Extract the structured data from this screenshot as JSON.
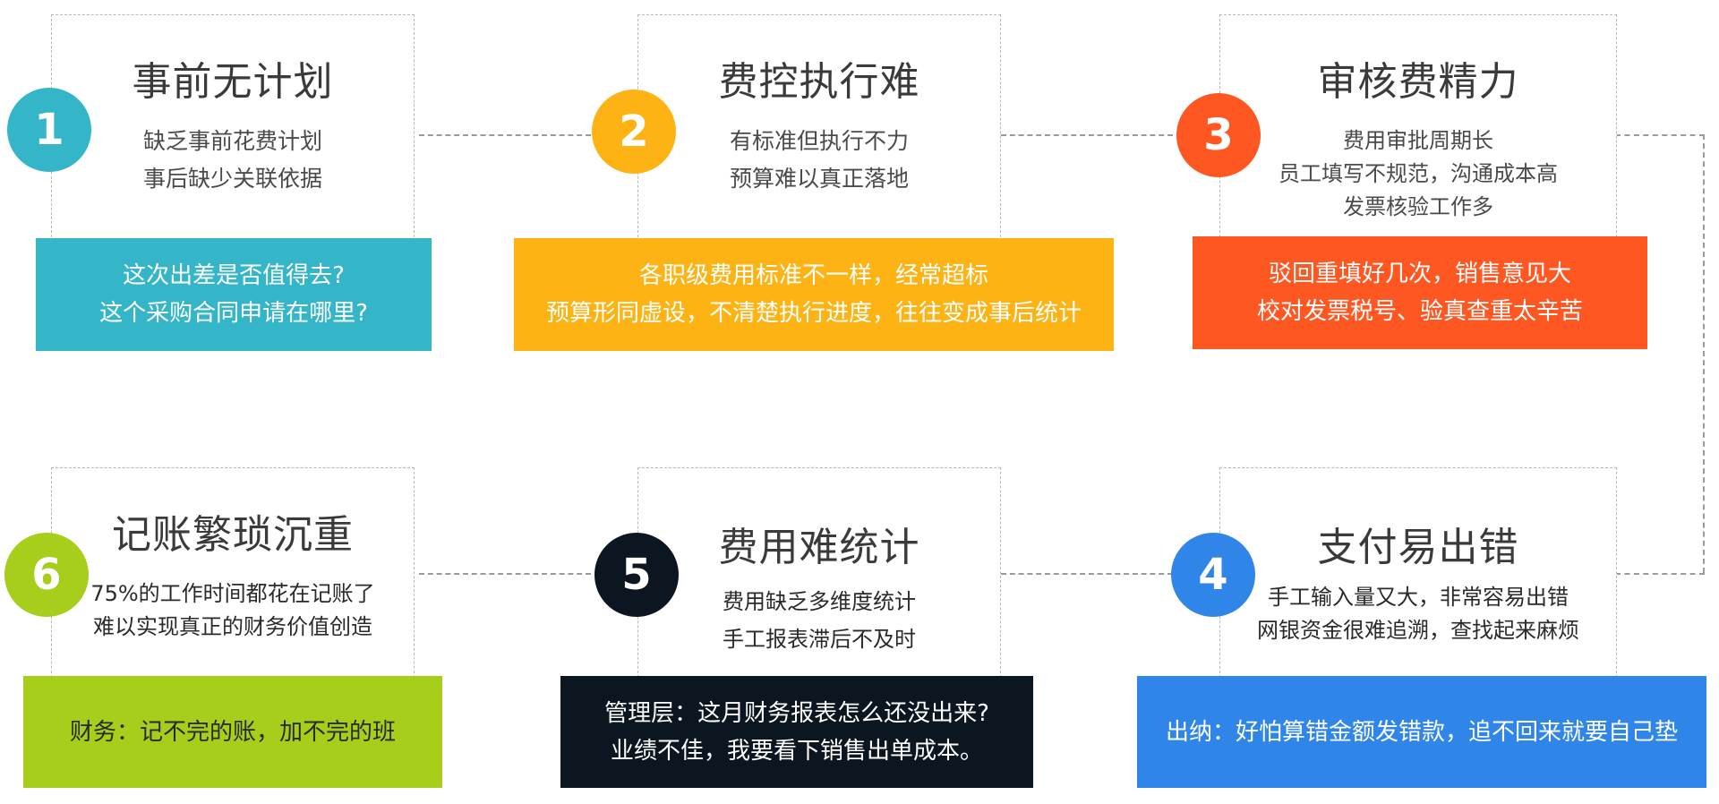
{
  "steps": [
    {
      "num": "1",
      "title": "事前无计划",
      "desc": [
        "缺乏事前花费计划",
        "事后缺少关联依据"
      ],
      "band": [
        "这次出差是否值得去?",
        "这个采购合同申请在哪里?"
      ],
      "color": "#34b5c8"
    },
    {
      "num": "2",
      "title": "费控执行难",
      "desc": [
        "有标准但执行不力",
        "预算难以真正落地"
      ],
      "band": [
        "各职级费用标准不一样，经常超标",
        "预算形同虚设，不清楚执行进度，往往变成事后统计"
      ],
      "color": "#fdb314"
    },
    {
      "num": "3",
      "title": "审核费精力",
      "desc": [
        "费用审批周期长",
        "员工填写不规范，沟通成本高",
        "发票核验工作多"
      ],
      "band": [
        "驳回重填好几次，销售意见大",
        "校对发票税号、验真查重太辛苦"
      ],
      "color": "#ff5722"
    },
    {
      "num": "4",
      "title": "支付易出错",
      "desc": [
        "手工输入量又大，非常容易出错",
        "网银资金很难追溯，查找起来麻烦"
      ],
      "band": [
        "出纳：好怕算错金额发错款，追不回来就要自己垫"
      ],
      "color": "#2f86e8"
    },
    {
      "num": "5",
      "title": "费用难统计",
      "desc": [
        "费用缺乏多维度统计",
        "手工报表滞后不及时"
      ],
      "band": [
        "管理层：这月财务报表怎么还没出来?",
        "业绩不佳，我要看下销售出单成本。"
      ],
      "color": "#0c1620"
    },
    {
      "num": "6",
      "title": "记账繁琐沉重",
      "desc": [
        "75%的工作时间都花在记账了",
        "难以实现真正的财务价值创造"
      ],
      "band": [
        "财务：记不完的账，加不完的班"
      ],
      "color": "#a6ce1a"
    }
  ]
}
